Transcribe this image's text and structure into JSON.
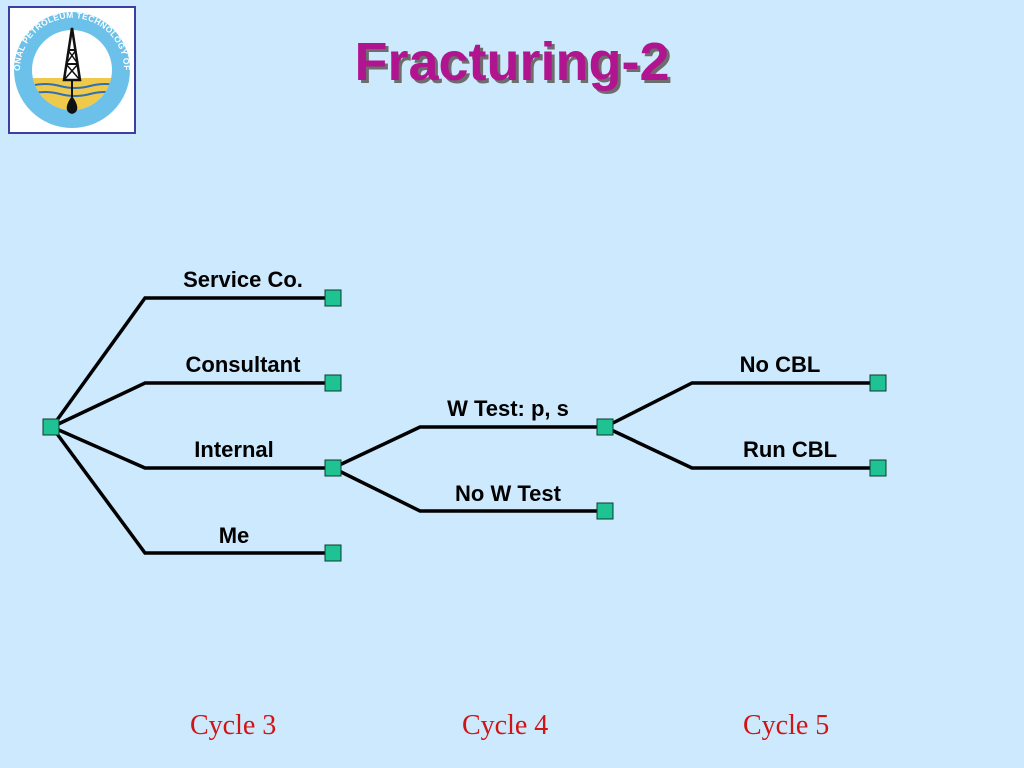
{
  "title": "Fracturing-2",
  "logo": {
    "text": "NATIONAL PETROLEUM TECHNOLOGY OFFICE",
    "icon": "oil-derrick-icon",
    "ring_color": "#6cc1ea",
    "water_color": "#efc94a"
  },
  "tree": {
    "root": "decision-node",
    "branches": [
      "Service Co.",
      "Consultant",
      "Internal",
      "Me"
    ],
    "internal_branches": [
      "W Test: p, s",
      "No W Test"
    ],
    "wtest_branches": [
      "No CBL",
      "Run CBL"
    ]
  },
  "cycles": [
    "Cycle 3",
    "Cycle 4",
    "Cycle 5"
  ],
  "colors": {
    "background": "#cce9fd",
    "title": "#b0148f",
    "node": "#1fc393",
    "cycle_text": "#d11414"
  }
}
